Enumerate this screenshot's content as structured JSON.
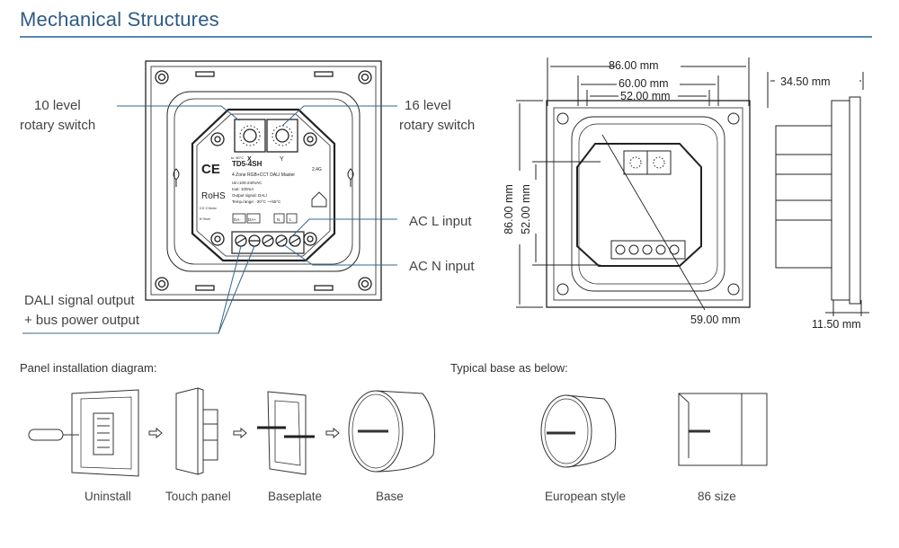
{
  "header": {
    "title": "Mechanical Structures",
    "accent_color": "#2e5b86"
  },
  "front_view": {
    "callouts": {
      "rotary_10": [
        "10 level",
        "rotary switch"
      ],
      "rotary_16": [
        "16 level",
        "rotary switch"
      ],
      "ac_l": "AC L input",
      "ac_n": "AC N input",
      "dali": [
        "DALI signal output",
        "+ bus power output"
      ]
    },
    "module_label": {
      "model": "TD5-4SH",
      "description": "4 Zone RGB+CCT DALI Master",
      "uin": "Uin:100-240VAC",
      "iout": "Iout: 100mA",
      "output_signal": "Output signal: DALI",
      "temp_range": "Temp.range: -20°C ~+55°C",
      "tc": "tc: 60°C",
      "ce": "CE",
      "rohs": "RoHS",
      "rf": "2.4G",
      "switch_x": "X",
      "switch_y": "Y",
      "wire_spec": "0.5~2.5mm²",
      "strip_length": "8~9mm",
      "terminals": [
        "DA-",
        "DA+",
        "N",
        "L"
      ]
    }
  },
  "dimension_view": {
    "width_outer": "86.00 mm",
    "width_mid": "60.00 mm",
    "width_inner": "52.00 mm",
    "height_outer": "86.00 mm",
    "height_inner": "52.00 mm",
    "diagonal": "59.00 mm",
    "depth_total": "34.50 mm",
    "depth_panel": "11.50 mm"
  },
  "installation": {
    "heading": "Panel installation diagram:",
    "steps": [
      "Uninstall",
      "Touch panel",
      "Baseplate",
      "Base"
    ]
  },
  "typical_base": {
    "heading": "Typical base as below:",
    "items": [
      "European style",
      "86 size"
    ]
  }
}
